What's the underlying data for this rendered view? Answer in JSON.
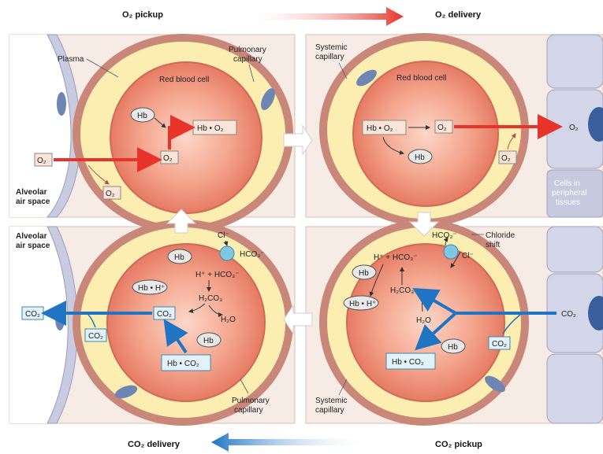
{
  "header": {
    "o2_pickup": "O₂ pickup",
    "o2_delivery": "O₂ delivery"
  },
  "footer": {
    "co2_delivery": "CO₂ delivery",
    "co2_pickup": "CO₂ pickup"
  },
  "panels": {
    "top_left": {
      "plasma": "Plasma",
      "pulmonary_capillary": [
        "Pulmonary",
        "capillary"
      ],
      "red_blood_cell": "Red blood cell",
      "alveolar": [
        "Alveolar",
        "air space"
      ],
      "hb": "Hb",
      "hbo2": "Hb • O₂",
      "o2": "O₂"
    },
    "top_right": {
      "systemic_capillary": [
        "Systemic",
        "capillary"
      ],
      "red_blood_cell": "Red blood cell",
      "cells": [
        "Cells in",
        "peripheral",
        "tissues"
      ],
      "hbo2": "Hb • O₂",
      "hb": "Hb",
      "o2": "O₂"
    },
    "bottom_left": {
      "alveolar": [
        "Alveolar",
        "air space"
      ],
      "pulmonary_capillary": [
        "Pulmonary",
        "capillary"
      ],
      "cl": "Cl⁻",
      "hco3": "HCO₃⁻",
      "hb": "Hb",
      "hb_h": "Hb • H⁺",
      "h_hco3": "H⁺ + HCO₃⁻",
      "h2co3": "H₂CO₃",
      "h2o": "H₂O",
      "co2": "CO₂",
      "hbco2": "Hb • CO₂"
    },
    "bottom_right": {
      "systemic_capillary": [
        "Systemic",
        "capillary"
      ],
      "hco3": "HCO₃⁻",
      "chloride_shift": [
        "Chloride",
        "shift"
      ],
      "cl": "Cl⁻",
      "h_hco3": "H⁺ + HCO₃⁻",
      "hb": "Hb",
      "hb_h": "Hb • H⁺",
      "h2co3": "H₂CO₃",
      "h2o": "H₂O",
      "co2": "CO₂",
      "hbco2": "Hb • CO₂"
    }
  },
  "colors": {
    "o2_arrow": "#e8332a",
    "co2_arrow": "#1f74c4",
    "rbc_fill": "#f08c72",
    "plasma_fill": "#fbeeb0",
    "capillary_wall": "#d59a8c",
    "alveolar_fill": "#c9cbe0",
    "panel_bg": "#f5e8e2"
  }
}
